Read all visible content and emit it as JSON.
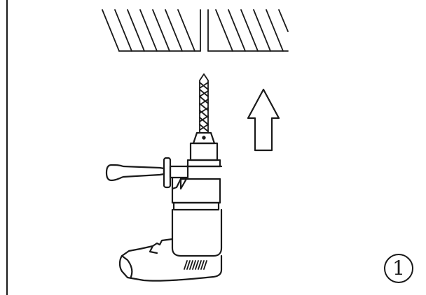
{
  "diagram": {
    "step_number": "1",
    "direction_arrow": "up-arrow",
    "colors": {
      "line": "#1a1a1a",
      "background": "#ffffff"
    },
    "parts": [
      "left-border-line",
      "ceiling-hatch-left",
      "ceiling-hatch-right",
      "drill-bit",
      "drill-chuck",
      "side-handle",
      "drill-body",
      "drill-grip",
      "up-arrow-icon",
      "step-number-badge"
    ]
  }
}
